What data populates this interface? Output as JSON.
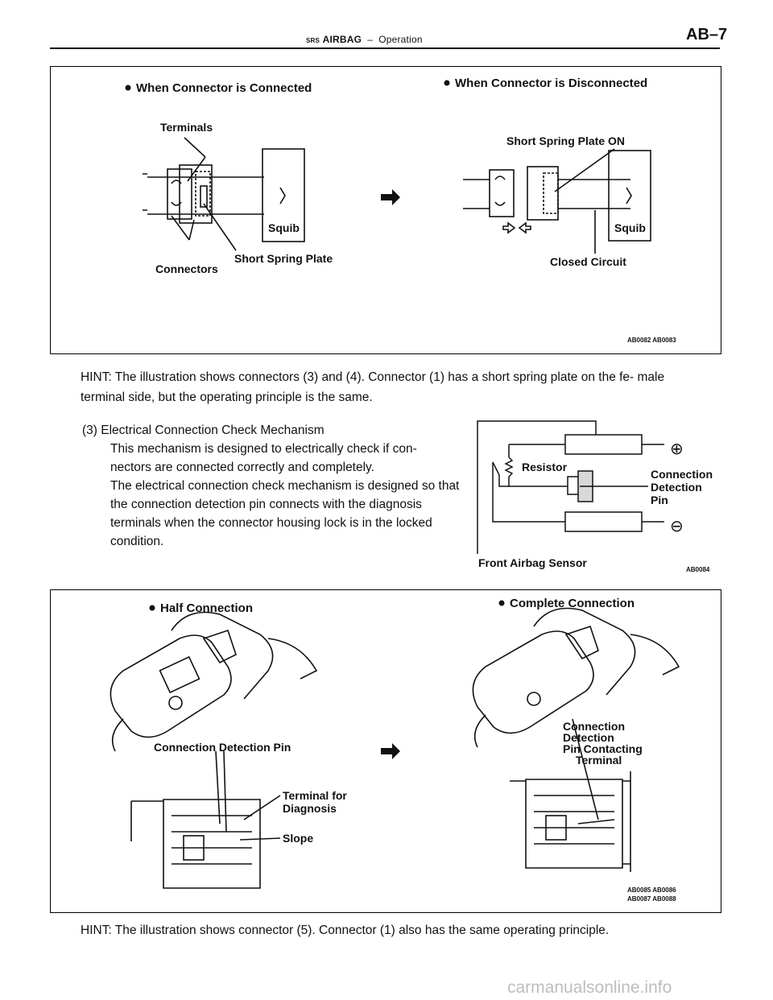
{
  "header": {
    "section_small": "SRS",
    "section_title": "AIRBAG",
    "dash": "–",
    "subsection": "Operation",
    "page": "AB–7"
  },
  "figure1": {
    "left_title": "When Connector is Connected",
    "right_title": "When Connector is Disconnected",
    "terminals": "Terminals",
    "connectors": "Connectors",
    "short_spring_plate": "Short Spring Plate",
    "squib_left": "Squib",
    "short_spring_plate_on": "Short Spring Plate ON",
    "squib_right": "Squib",
    "closed_circuit": "Closed Circuit",
    "code": "AB0082 AB0083"
  },
  "hint1": "HINT: The illustration shows connectors (3) and (4). Connector (1) has a short spring plate on the fe- male terminal side, but the operating principle is the same.",
  "step3": {
    "heading": "(3)   Electrical Connection Check Mechanism",
    "para1": "This mechanism is designed to electrically check if con- nectors are connected correctly and completely.",
    "para2": "The electrical connection check mechanism is designed so that the connection detection pin connects with the diagnosis terminals when the connector housing lock is in the locked condition."
  },
  "figure2": {
    "resistor": "Resistor",
    "plus": "⊕",
    "minus": "⊖",
    "connection_detection_pin_1": "Connection",
    "connection_detection_pin_2": "Detection",
    "connection_detection_pin_3": "Pin",
    "front_airbag_sensor": "Front Airbag Sensor",
    "code": "AB0084"
  },
  "figure3": {
    "left_title": "Half Connection",
    "right_title": "Complete Connection",
    "connection_detection_pin": "Connection Detection Pin",
    "terminal_for_diagnosis_1": "Terminal for",
    "terminal_for_diagnosis_2": "Diagnosis",
    "slope": "Slope",
    "contacting_1": "Connection",
    "contacting_2": "Detection",
    "contacting_3": "Pin Contacting",
    "contacting_4": "Terminal",
    "code_1": "AB0085 AB0086",
    "code_2": "AB0087 AB0088"
  },
  "hint2": "HINT: The illustration shows connector (5). Connector (1) also has the same operating principle.",
  "watermark": "carmanualsonline.info"
}
